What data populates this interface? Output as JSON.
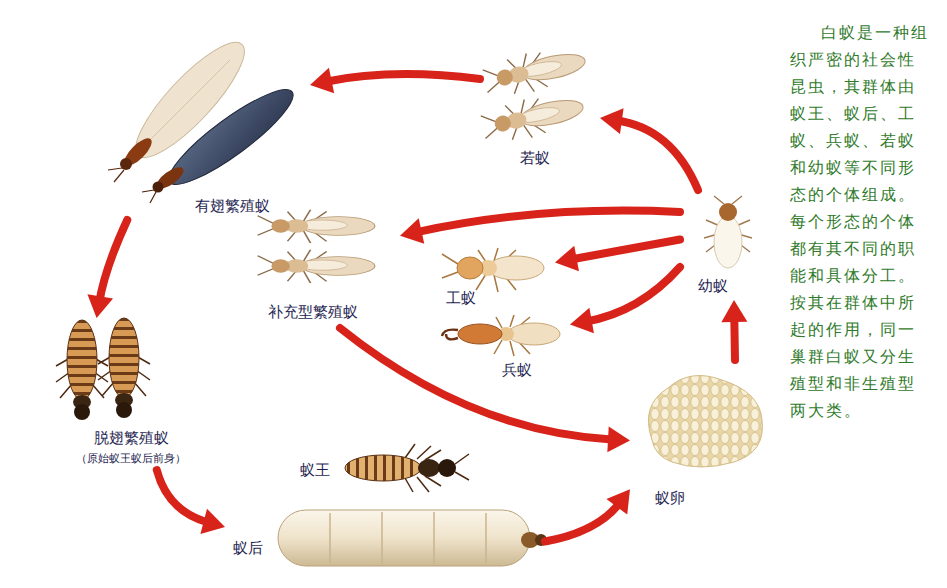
{
  "diagram": {
    "nodes": [
      {
        "text": [
          "有翅繁殖蚁"
        ]
      },
      {
        "text": [
          "若蚁"
        ]
      },
      {
        "text": [
          "补充型繁殖蚁"
        ]
      },
      {
        "text": [
          "工蚁"
        ]
      },
      {
        "text": [
          "幼蚁"
        ]
      },
      {
        "text": [
          "兵蚁"
        ]
      },
      {
        "text": [
          "脱翅繁殖蚁",
          "（原始蚁王蚁后前身）"
        ]
      },
      {
        "text": [
          "蚁王"
        ]
      },
      {
        "text": [
          "蚁卵"
        ]
      },
      {
        "text": [
          "蚁后"
        ]
      }
    ],
    "edges": [
      {
        "from": 1,
        "to": 0,
        "arrow": "to"
      },
      {
        "from": 0,
        "to": 6,
        "arrow": "to"
      },
      {
        "from": 6,
        "to": 9,
        "arrow": "to"
      },
      {
        "from": 9,
        "to": 8,
        "arrow": "to"
      },
      {
        "from": 8,
        "to": 4,
        "arrow": "to"
      },
      {
        "from": 4,
        "to": 1,
        "arrow": "to"
      },
      {
        "from": 4,
        "to": 2,
        "arrow": "to"
      },
      {
        "from": 4,
        "to": 3,
        "arrow": "to"
      },
      {
        "from": 4,
        "to": 5,
        "arrow": "to"
      },
      {
        "from": 2,
        "to": 8,
        "arrow": "to"
      }
    ],
    "labels": [
      "白蚁是一种组织严密的社会性昆虫，其群体由蚁王、蚁后、工蚁、兵蚁、若蚁和幼蚁等不同形态的个体组成。每个形态的个体都有其不同的职能和具体分工。按其在群体中所起的作用，同一巢群白蚁又分生殖型和非生殖型两大类。"
    ]
  }
}
